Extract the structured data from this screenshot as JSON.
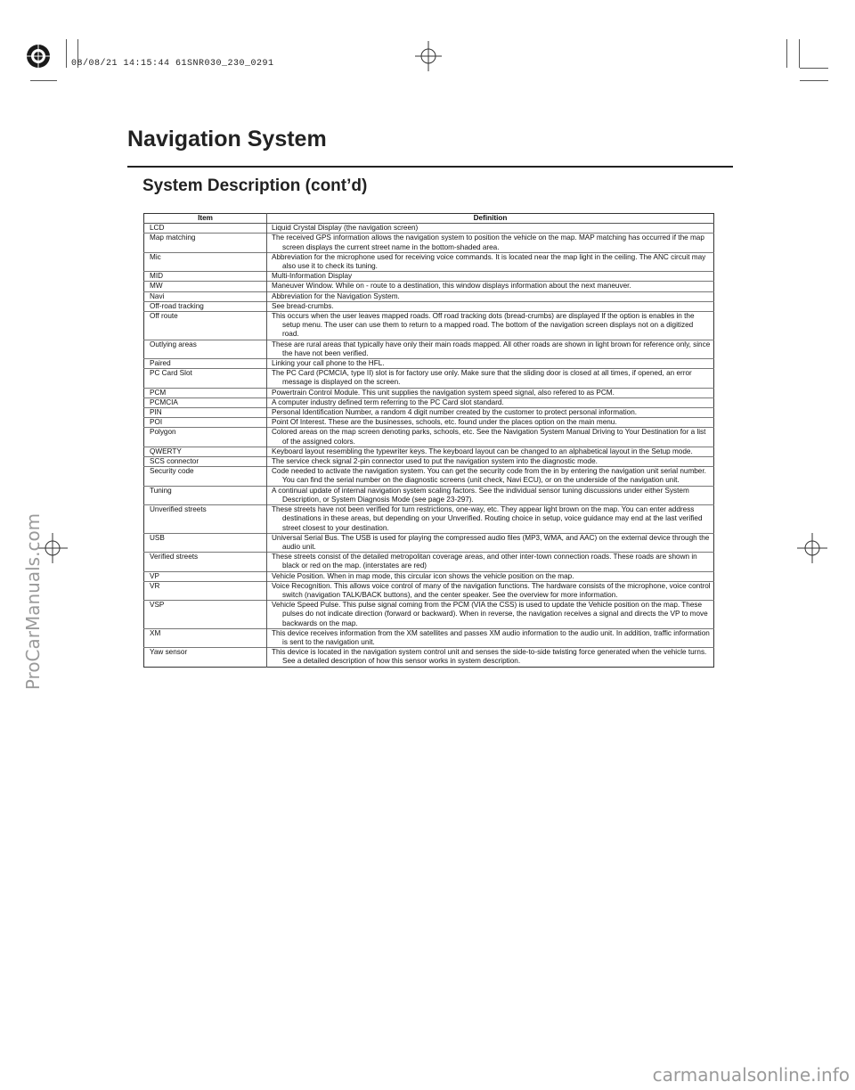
{
  "header": {
    "print_stamp": "08/08/21 14:15:44 61SNR030_230_0291"
  },
  "page": {
    "title": "Navigation System",
    "section_title": "System Description (cont’d)"
  },
  "table": {
    "columns": [
      "Item",
      "Definition"
    ],
    "rows": [
      {
        "item": "LCD",
        "definition": "Liquid Crystal Display (the navigation screen)"
      },
      {
        "item": "Map matching",
        "definition": "The received GPS information allows the navigation system to position the vehicle on the map. MAP matching has occurred if the map screen displays the current street name in the bottom-shaded area."
      },
      {
        "item": "Mic",
        "definition": "Abbreviation for the microphone used for receiving voice commands. It is located near the map light in the ceiling. The ANC circuit may also use it to check its tuning."
      },
      {
        "item": "MID",
        "definition": "Multi-Information Display"
      },
      {
        "item": "MW",
        "definition": "Maneuver Window. While on - route to a destination, this window displays information about the next maneuver."
      },
      {
        "item": "Navi",
        "definition": "Abbreviation for the Navigation System."
      },
      {
        "item": "Off-road tracking",
        "definition": "See bread-crumbs."
      },
      {
        "item": "Off route",
        "definition": "This occurs when the user leaves mapped roads. Off road tracking dots (bread-crumbs) are displayed If the option is enables in the setup menu. The user can use them to return to a mapped road. The bottom of the navigation screen displays not on a digitized road."
      },
      {
        "item": "Outlying areas",
        "definition": "These are rural areas that typically have only their main roads mapped. All other roads are shown in light brown for reference only, since the have not been verified."
      },
      {
        "item": "Paired",
        "definition": "Linking your call phone to the HFL."
      },
      {
        "item": "PC Card Slot",
        "definition": "The PC Card (PCMCIA, type II) slot is for factory use only. Make sure that the sliding door is closed at all times, if opened, an error message is displayed on the screen."
      },
      {
        "item": "PCM",
        "definition": "Powertrain Control Module. This unit supplies the navigation system speed signal, also refered to as PCM."
      },
      {
        "item": "PCMCIA",
        "definition": "A computer industry defined term referring to the PC Card slot standard."
      },
      {
        "item": "PIN",
        "definition": "Personal Identification Number, a random 4 digit number created by the customer to protect personal information."
      },
      {
        "item": "POI",
        "definition": "Point Of Interest. These are the businesses, schools, etc. found under the places option on the main menu."
      },
      {
        "item": "Polygon",
        "definition": "Colored areas on the map screen denoting parks, schools, etc. See the Navigation System Manual Driving to Your Destination for a list of the assigned colors."
      },
      {
        "item": "QWERTY",
        "definition": "Keyboard layout resembling the typewriter keys. The keyboard layout can be changed to an alphabetical layout in the Setup mode."
      },
      {
        "item": "SCS connector",
        "definition": "The service check signal 2-pin connector used to put the navigation system into the diagnostic mode."
      },
      {
        "item": "Security code",
        "definition": "Code needed to activate the navigation system. You can get the security code from the in by entering the navigation unit serial number. You can find the serial number on the diagnostic screens (unit check, Navi ECU), or on the underside of the navigation unit."
      },
      {
        "item": "Tuning",
        "definition": "A continual update of internal navigation system scaling factors. See the individual sensor tuning discussions under either System Description, or System Diagnosis Mode (see page 23-297)."
      },
      {
        "item": "Unverified streets",
        "definition": "These streets have not been verified for turn restrictions, one-way, etc. They appear light brown on the map. You can enter address destinations in these areas, but depending on your Unverified. Routing choice in setup, voice guidance may end at the last verified street closest to your destination."
      },
      {
        "item": "USB",
        "definition": "Universal Serial Bus. The USB is used for playing the compressed audio files (MP3, WMA, and AAC) on the external device through the audio unit."
      },
      {
        "item": "Verified streets",
        "definition": "These streets consist of the detailed metropolitan coverage areas, and other inter-town connection roads. These roads are shown in black or red on the map. (interstates are red)"
      },
      {
        "item": "VP",
        "definition": "Vehicle Position. When in map mode, this circular icon shows the vehicle position on the map."
      },
      {
        "item": "VR",
        "definition": "Voice Recognition. This allows voice control of many of the navigation functions. The hardware consists of the microphone, voice control switch (navigation TALK/BACK buttons), and the center speaker. See the overview for more information."
      },
      {
        "item": "VSP",
        "definition": "Vehicle Speed Pulse. This pulse signal coming from the PCM (VIA the CSS) is used to update the Vehicle position on the map. These pulses do not indicate direction (forward or backward). When in reverse, the navigation receives a signal and directs the VP to move backwards on the map."
      },
      {
        "item": "XM",
        "definition": "This device receives information from the XM satellites and passes XM audio information to the audio unit. In addition, traffic information is sent to the navigation unit."
      },
      {
        "item": "Yaw sensor",
        "definition": "This device is located in the navigation system control unit and senses the side-to-side twisting force generated when the vehicle turns. See a detailed description of how this sensor works in system description."
      }
    ]
  },
  "watermarks": {
    "side": "ProCarManuals.com",
    "bottom": "carmanualsonline.info"
  }
}
